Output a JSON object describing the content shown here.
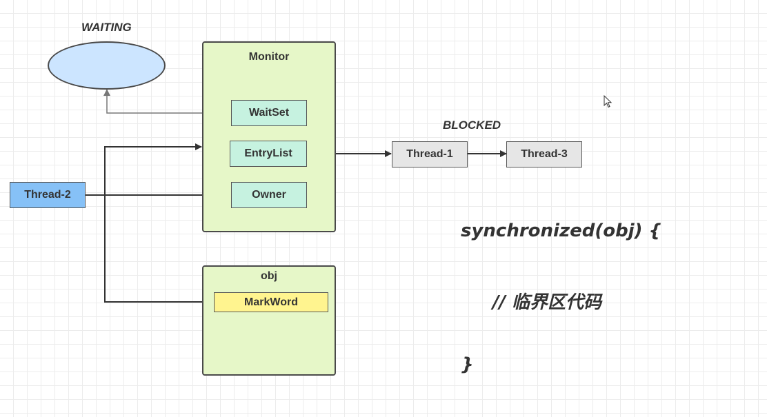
{
  "states": {
    "waiting": "WAITING",
    "blocked": "BLOCKED"
  },
  "monitor": {
    "title": "Monitor",
    "wait_set": "WaitSet",
    "entry_list": "EntryList",
    "owner": "Owner"
  },
  "obj": {
    "title": "obj",
    "mark_word": "MarkWord"
  },
  "threads": {
    "thread_2": "Thread-2",
    "thread_1": "Thread-1",
    "thread_3": "Thread-3"
  },
  "code": {
    "line1": "synchronized(obj) {",
    "line2": "// 临界区代码",
    "line3": "}"
  },
  "colors": {
    "container_fill": "#e6f7c8",
    "monitor_field_fill": "#c6f2e0",
    "blocked_thread_fill": "#e6e6e6",
    "owner_thread_fill": "#86c1f7",
    "markword_fill": "#fff48f",
    "waiting_fill": "#cce5ff"
  }
}
